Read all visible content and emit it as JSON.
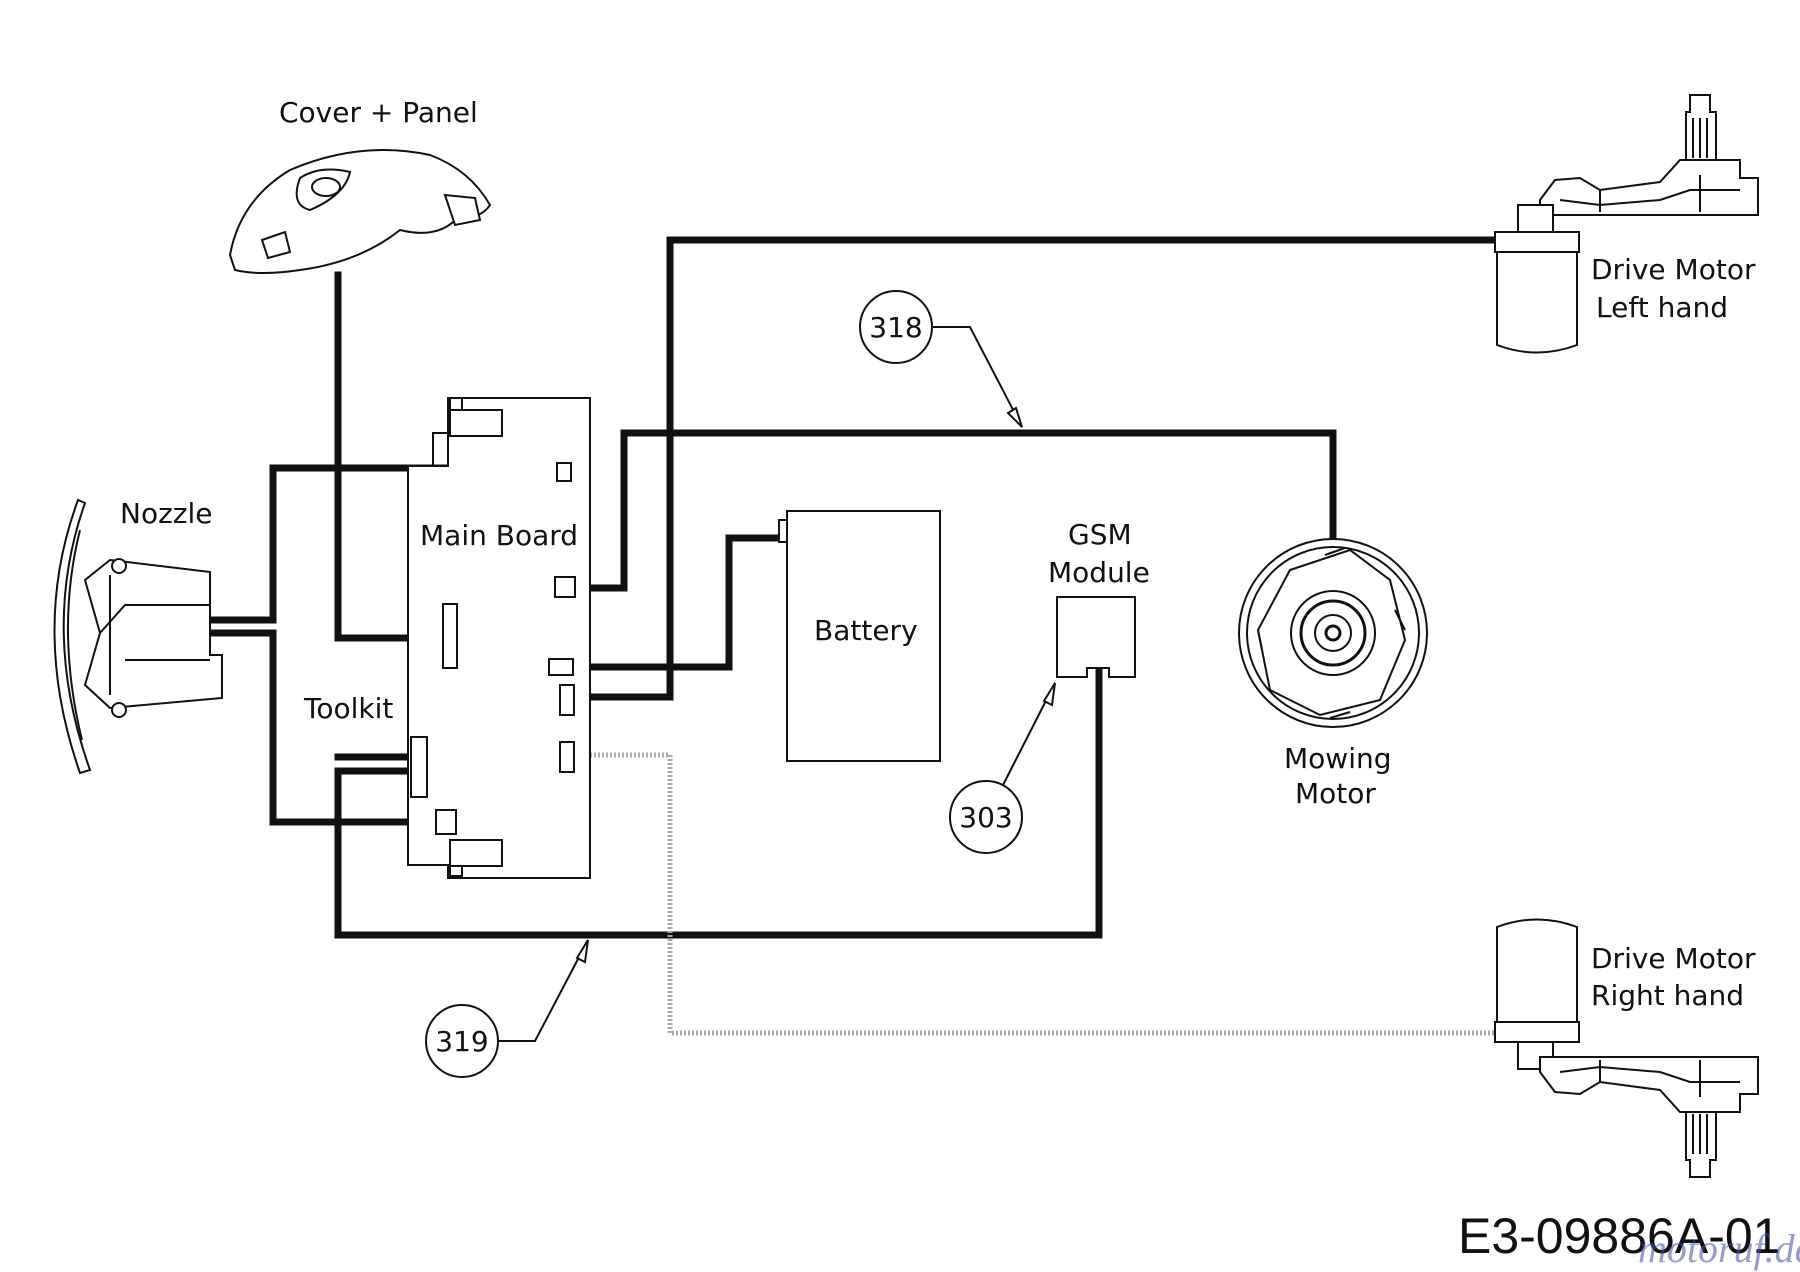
{
  "labels": {
    "cover_panel": "Cover + Panel",
    "nozzle": "Nozzle",
    "main_board": "Main Board",
    "toolkit": "Toolkit",
    "battery": "Battery",
    "gsm_line1": "GSM",
    "gsm_line2": "Module",
    "mowing_line1": "Mowing",
    "mowing_line2": "Motor",
    "drive_left_line1": "Drive Motor",
    "drive_left_line2": "Left hand",
    "drive_right_line1": "Drive Motor",
    "drive_right_line2": "Right hand"
  },
  "callouts": {
    "c318": "318",
    "c303": "303",
    "c319": "319"
  },
  "drawing_code": "E3-09886A-01",
  "watermark": "motoruf.de",
  "colors": {
    "line": "#111111",
    "background": "#ffffff",
    "dotted_wire": "#aaaaaa",
    "watermark_blue": "#3a4fa0",
    "watermark_orange": "#e07b28"
  }
}
